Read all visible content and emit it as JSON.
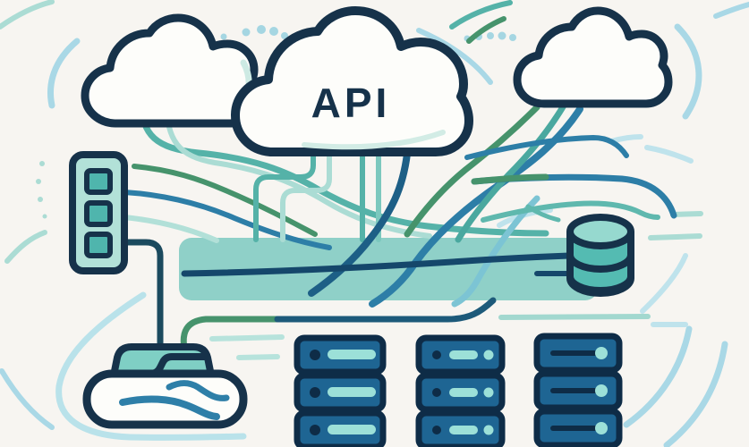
{
  "illustration": {
    "title": "Cloud API architecture illustration",
    "api_cloud_label": "API"
  },
  "colors": {
    "background": "#f7f5f1",
    "outline_navy": "#16324a",
    "cloud_fill": "#fdfdfa",
    "panel_mint": "#b2e1d8",
    "teal_fill": "#4fb5ad",
    "band_teal": "#8fd0c8",
    "database_top": "#96d9cf",
    "server_blue": "#1e6593",
    "server_border": "#0e2c47",
    "slot_teal": "#9ce0d8",
    "line_teal": "#55b2a8",
    "line_light_teal": "#abdcd4",
    "line_green": "#46936c",
    "line_blue": "#2d7ea7",
    "line_navy": "#15476b",
    "line_light_blue": "#a9d8e6",
    "storage_hat": "#7fcfc4",
    "wave_blue": "#2e7fa8"
  },
  "nodes": [
    {
      "id": "cloud-left",
      "type": "cloud",
      "label": ""
    },
    {
      "id": "cloud-api",
      "type": "cloud",
      "label": "API"
    },
    {
      "id": "cloud-right",
      "type": "cloud",
      "label": ""
    },
    {
      "id": "port-panel",
      "type": "rack-panel",
      "ports": 3
    },
    {
      "id": "data-band",
      "type": "highlight-band"
    },
    {
      "id": "database",
      "type": "database-cylinder",
      "segments": 3
    },
    {
      "id": "storage-gateway",
      "type": "storage-cloud",
      "waves": 2
    },
    {
      "id": "server-rack-left",
      "type": "server-stack",
      "units": 3
    },
    {
      "id": "server-rack-middle",
      "type": "server-stack",
      "units": 3
    },
    {
      "id": "server-rack-right",
      "type": "server-stack",
      "units": 3
    }
  ]
}
